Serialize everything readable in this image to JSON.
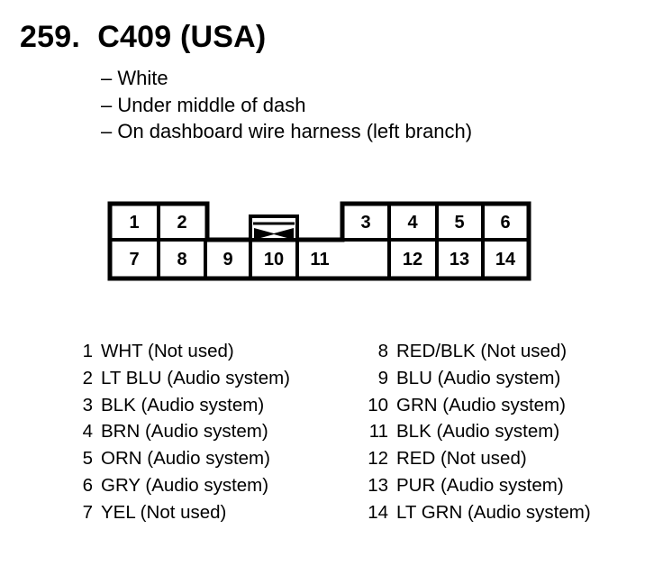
{
  "title": "259.  C409 (USA)",
  "notes": [
    "– White",
    "– Under middle of dash",
    "– On dashboard wire harness (left branch)"
  ],
  "connector": {
    "cells": [
      {
        "label": "1"
      },
      {
        "label": "2"
      },
      {
        "label": "3"
      },
      {
        "label": "4"
      },
      {
        "label": "5"
      },
      {
        "label": "6"
      },
      {
        "label": "7"
      },
      {
        "label": "8"
      },
      {
        "label": "9"
      },
      {
        "label": "10"
      },
      {
        "label": "11"
      },
      {
        "label": "12"
      },
      {
        "label": "13"
      },
      {
        "label": "14"
      }
    ]
  },
  "pins_left": [
    {
      "num": "1",
      "desc": "WHT (Not used)"
    },
    {
      "num": "2",
      "desc": "LT BLU (Audio system)"
    },
    {
      "num": "3",
      "desc": "BLK (Audio system)"
    },
    {
      "num": "4",
      "desc": "BRN (Audio system)"
    },
    {
      "num": "5",
      "desc": "ORN (Audio system)"
    },
    {
      "num": "6",
      "desc": "GRY (Audio system)"
    },
    {
      "num": "7",
      "desc": "YEL (Not used)"
    }
  ],
  "pins_right": [
    {
      "num": "8",
      "desc": "RED/BLK (Not used)"
    },
    {
      "num": "9",
      "desc": "BLU (Audio system)"
    },
    {
      "num": "10",
      "desc": "GRN (Audio system)"
    },
    {
      "num": "11",
      "desc": "BLK (Audio system)"
    },
    {
      "num": "12",
      "desc": "RED (Not used)"
    },
    {
      "num": "13",
      "desc": "PUR (Audio system)"
    },
    {
      "num": "14",
      "desc": "LT GRN (Audio system)"
    }
  ]
}
